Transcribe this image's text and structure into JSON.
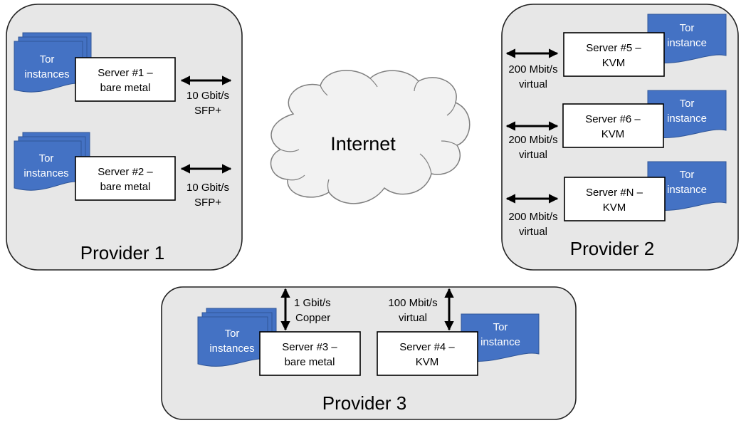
{
  "colors": {
    "provider_fill": "#e7e7e7",
    "provider_stroke": "#222222",
    "tor_fill": "#4472c4",
    "tor_stroke": "#2f5597",
    "cloud_fill": "#f2f2f2",
    "cloud_stroke": "#7f7f7f"
  },
  "internet": {
    "label": "Internet"
  },
  "providers": [
    {
      "label": "Provider 1"
    },
    {
      "label": "Provider 2"
    },
    {
      "label": "Provider 3"
    }
  ],
  "servers": [
    {
      "line1": "Server #1 –",
      "line2": "bare metal",
      "tor_line1": "Tor",
      "tor_line2": "instances",
      "link_line1": "10 Gbit/s",
      "link_line2": "SFP+"
    },
    {
      "line1": "Server #2 –",
      "line2": "bare metal",
      "tor_line1": "Tor",
      "tor_line2": "instances",
      "link_line1": "10 Gbit/s",
      "link_line2": "SFP+"
    },
    {
      "line1": "Server #5 –",
      "line2": "KVM",
      "tor_line1": "Tor",
      "tor_line2": "instance",
      "link_line1": "200 Mbit/s",
      "link_line2": "virtual"
    },
    {
      "line1": "Server #6 –",
      "line2": "KVM",
      "tor_line1": "Tor",
      "tor_line2": "instance",
      "link_line1": "200 Mbit/s",
      "link_line2": "virtual"
    },
    {
      "line1": "Server #N –",
      "line2": "KVM",
      "tor_line1": "Tor",
      "tor_line2": "instance",
      "link_line1": "200 Mbit/s",
      "link_line2": "virtual"
    },
    {
      "line1": "Server #3 –",
      "line2": "bare metal",
      "tor_line1": "Tor",
      "tor_line2": "instances",
      "link_line1": "1 Gbit/s",
      "link_line2": "Copper"
    },
    {
      "line1": "Server #4 –",
      "line2": "KVM",
      "tor_line1": "Tor",
      "tor_line2": "instance",
      "link_line1": "100 Mbit/s",
      "link_line2": "virtual"
    }
  ]
}
